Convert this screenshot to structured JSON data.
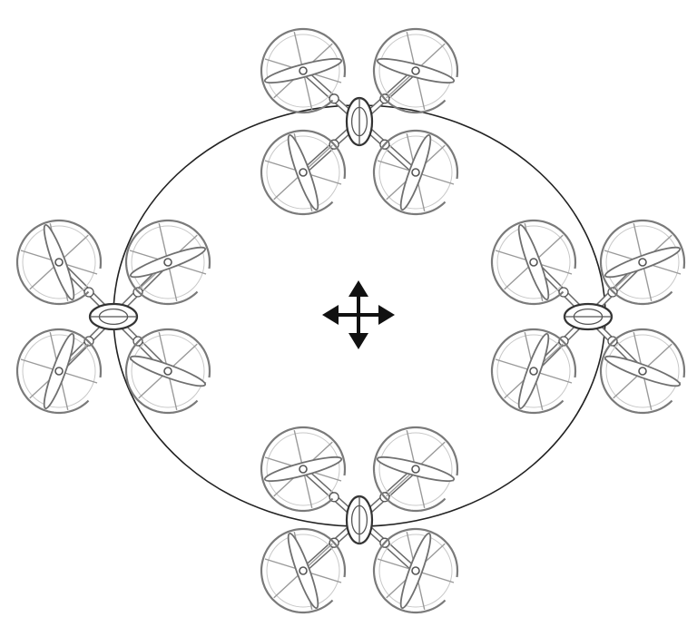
{
  "diagram": {
    "drones": [
      {
        "id": "top",
        "orientation": "vertical"
      },
      {
        "id": "left",
        "orientation": "horizontal"
      },
      {
        "id": "right",
        "orientation": "horizontal"
      },
      {
        "id": "bottom",
        "orientation": "vertical"
      }
    ],
    "center_symbol": "four-way-move-arrows-icon",
    "colors": {
      "line": "#222222",
      "drone_outline": "#7a7a7a",
      "background": "#ffffff"
    }
  }
}
